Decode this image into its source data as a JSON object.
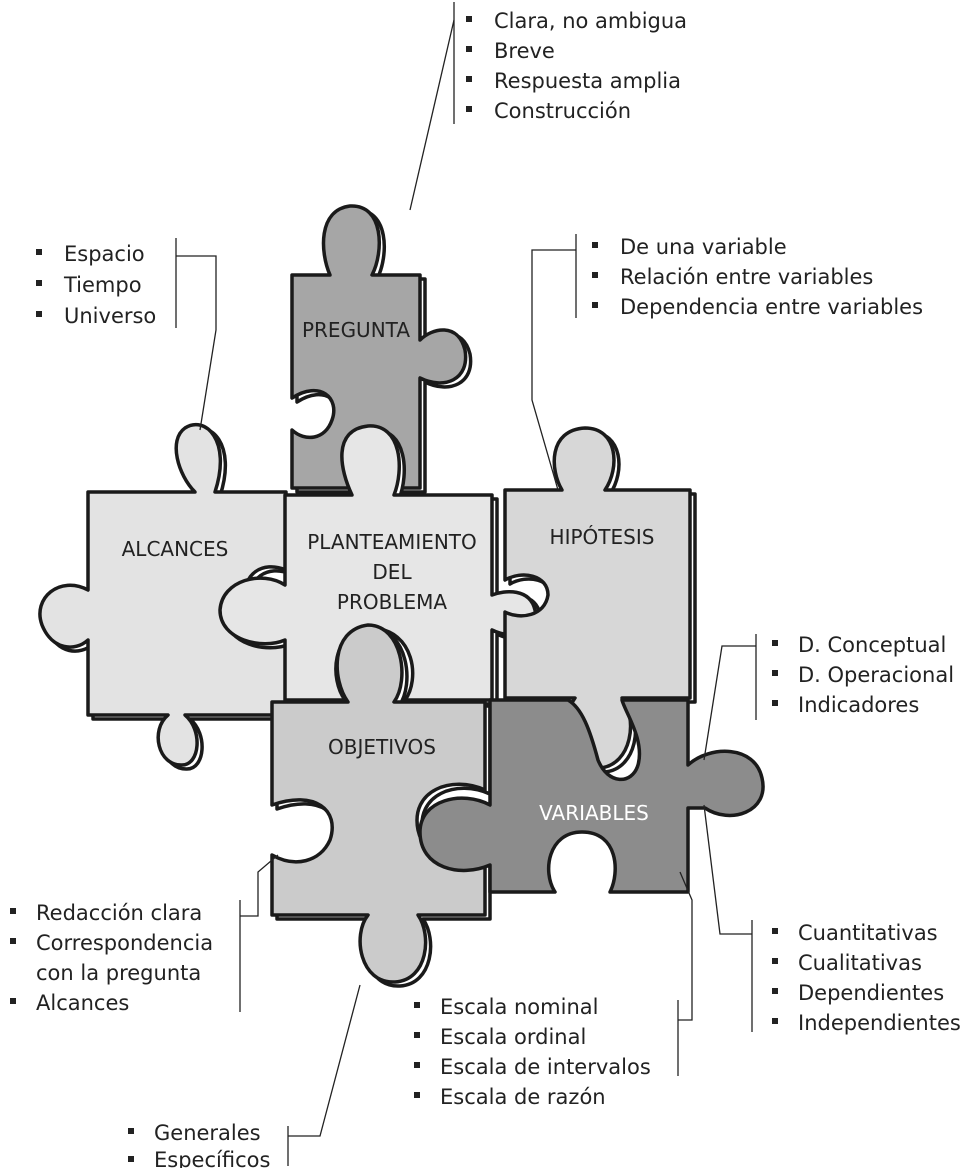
{
  "colors": {
    "pregunta": "#a6a6a6",
    "alcances": "#e3e3e3",
    "planteamiento": "#e6e6e6",
    "hipotesis": "#d7d7d7",
    "objetivos": "#cbcbcb",
    "variables": "#8c8c8c",
    "outline": "#1a1a1a",
    "text": "#222222"
  },
  "pieces": {
    "pregunta": "PREGUNTA",
    "alcances": "ALCANCES",
    "planteamiento": [
      "PLANTEAMIENTO",
      "DEL",
      "PROBLEMA"
    ],
    "hipotesis": "HIPÓTESIS",
    "objetivos": "OBJETIVOS",
    "variables": "VARIABLES"
  },
  "lists": {
    "pregunta": [
      "Clara, no ambigua",
      "Breve",
      "Respuesta amplia",
      "Construcción"
    ],
    "alcances": [
      "Espacio",
      "Tiempo",
      "Universo"
    ],
    "hipotesis": [
      "De una variable",
      "Relación entre variables",
      "Dependencia entre variables"
    ],
    "variables_definicion": [
      "D. Conceptual",
      "D. Operacional",
      "Indicadores"
    ],
    "variables_tipos": [
      "Cuantitativas",
      "Cualitativas",
      "Dependientes",
      "Independientes"
    ],
    "variables_escalas": [
      "Escala nominal",
      "Escala ordinal",
      "Escala de intervalos",
      "Escala de razón"
    ],
    "objetivos_redaccion": [
      "Redacción clara",
      "Correspondencia",
      "con la pregunta",
      "Alcances"
    ],
    "objetivos_tipos": [
      "Generales",
      "Específicos"
    ]
  }
}
